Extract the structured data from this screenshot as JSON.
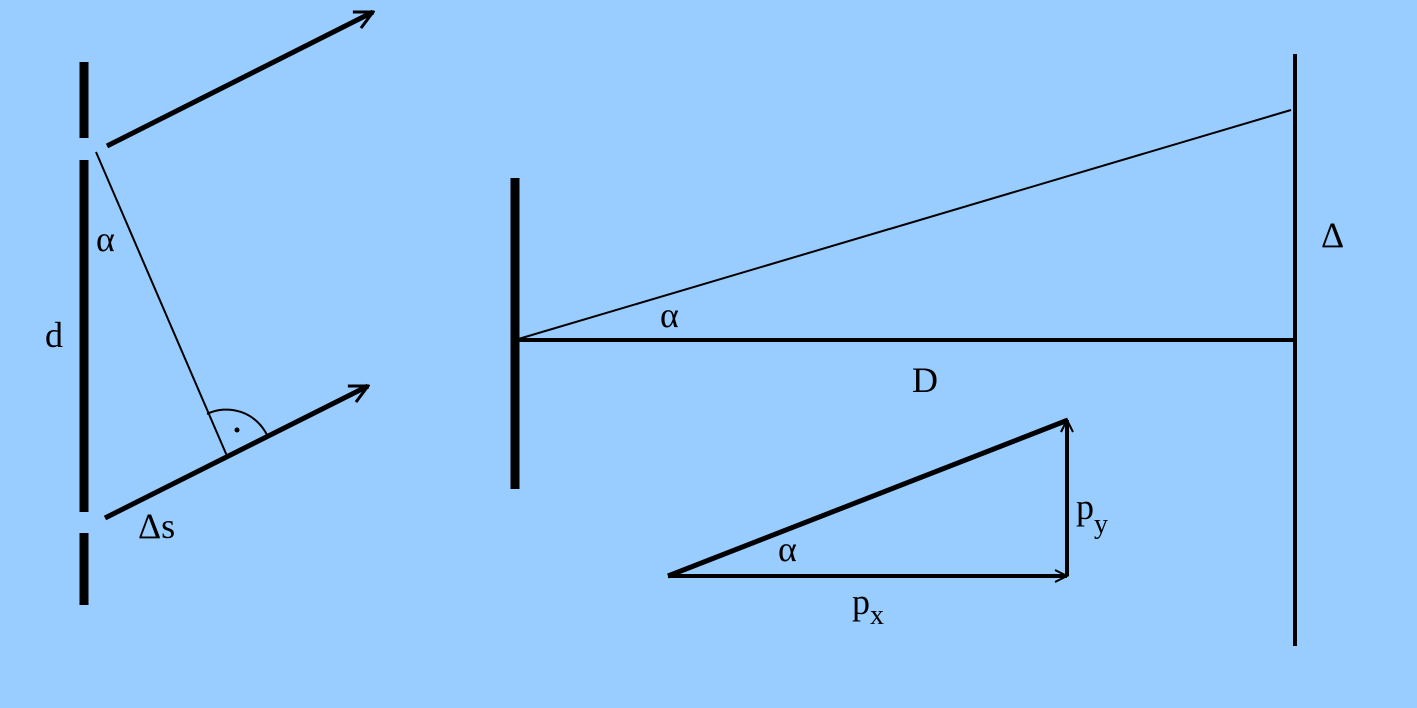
{
  "background_color": "#99ccff",
  "line_color": "#000000",
  "labels": {
    "left_angle": "α",
    "slit_distance": "d",
    "path_difference": "Δs",
    "screen_angle": "α",
    "screen_distance": "D",
    "screen_offset": "Δ",
    "momentum_angle": "α",
    "px_base": "p",
    "px_sub": "x",
    "py_base": "p",
    "py_sub": "y",
    "right_angle_dot": "·"
  }
}
